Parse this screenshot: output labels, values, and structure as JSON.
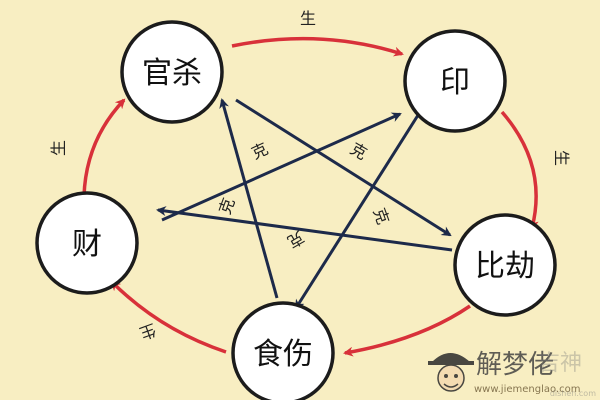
{
  "nodes": {
    "guansha": "官杀",
    "yin": "印",
    "bijie": "比劫",
    "shishang": "食伤",
    "cai": "财"
  },
  "relations": {
    "generate": "生",
    "control": "克"
  },
  "colors": {
    "background": "#f8eec2",
    "generate_arrow": "#d8313a",
    "control_arrow": "#1d2a4a",
    "node_stroke": "#1c1c1c"
  },
  "watermark": {
    "brand": "解梦佬",
    "url": "www.jiemenglao.com",
    "side_mark": "吉神",
    "side_url": "dishen.com"
  }
}
